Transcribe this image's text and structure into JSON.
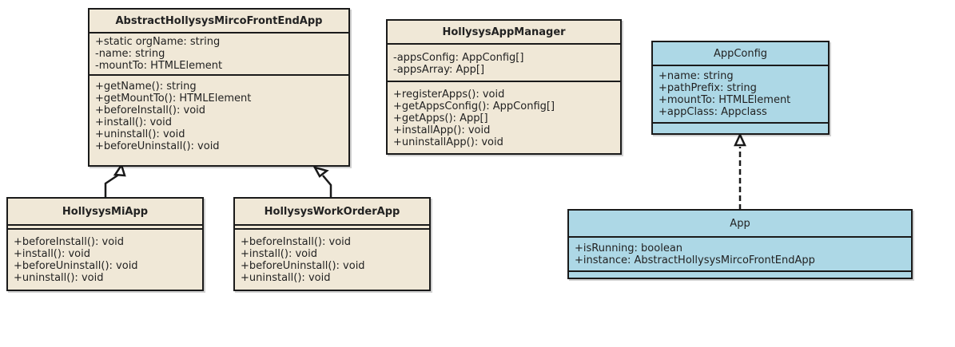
{
  "classes": {
    "abstract_app": {
      "name": "AbstractHollysysMircoFrontEndApp",
      "attributes": [
        "+static orgName: string",
        "-name: string",
        "-mountTo: HTMLElement"
      ],
      "methods": [
        "+getName(): string",
        "+getMountTo(): HTMLElement",
        "+beforeInstall(): void",
        "+install(): void",
        "+uninstall(): void",
        "+beforeUninstall(): void"
      ]
    },
    "app_manager": {
      "name": "HollysysAppManager",
      "attributes": [
        "-appsConfig: AppConfig[]",
        "-appsArray: App[]"
      ],
      "methods": [
        "+registerApps(): void",
        "+getAppsConfig(): AppConfig[]",
        "+getApps(): App[]",
        "+installApp(): void",
        "+uninstallApp(): void"
      ]
    },
    "app_config": {
      "name": "AppConfig",
      "attributes": [
        "+name: string",
        "+pathPrefix: string",
        "+mountTo: HTMLElement",
        "+appClass: Appclass"
      ],
      "methods": []
    },
    "mi_app": {
      "name": "HollysysMiApp",
      "attributes": [],
      "methods": [
        "+beforeInstall(): void",
        "+install(): void",
        "+beforeUninstall(): void",
        "+uninstall(): void"
      ]
    },
    "work_order_app": {
      "name": "HollysysWorkOrderApp",
      "attributes": [],
      "methods": [
        "+beforeInstall(): void",
        "+install(): void",
        "+beforeUninstall(): void",
        "+uninstall(): void"
      ]
    },
    "app": {
      "name": "App",
      "attributes": [
        "+isRunning: boolean",
        "+instance: AbstractHollysysMircoFrontEndApp"
      ],
      "methods": []
    }
  },
  "colors": {
    "class_fill": "#f0e8d7",
    "highlight_fill": "#add8e6",
    "line": "#1a1a1a"
  },
  "relations": [
    {
      "from": "HollysysMiApp",
      "to": "AbstractHollysysMircoFrontEndApp",
      "type": "generalization"
    },
    {
      "from": "HollysysWorkOrderApp",
      "to": "AbstractHollysysMircoFrontEndApp",
      "type": "generalization"
    },
    {
      "from": "App",
      "to": "AppConfig",
      "type": "realization"
    }
  ]
}
